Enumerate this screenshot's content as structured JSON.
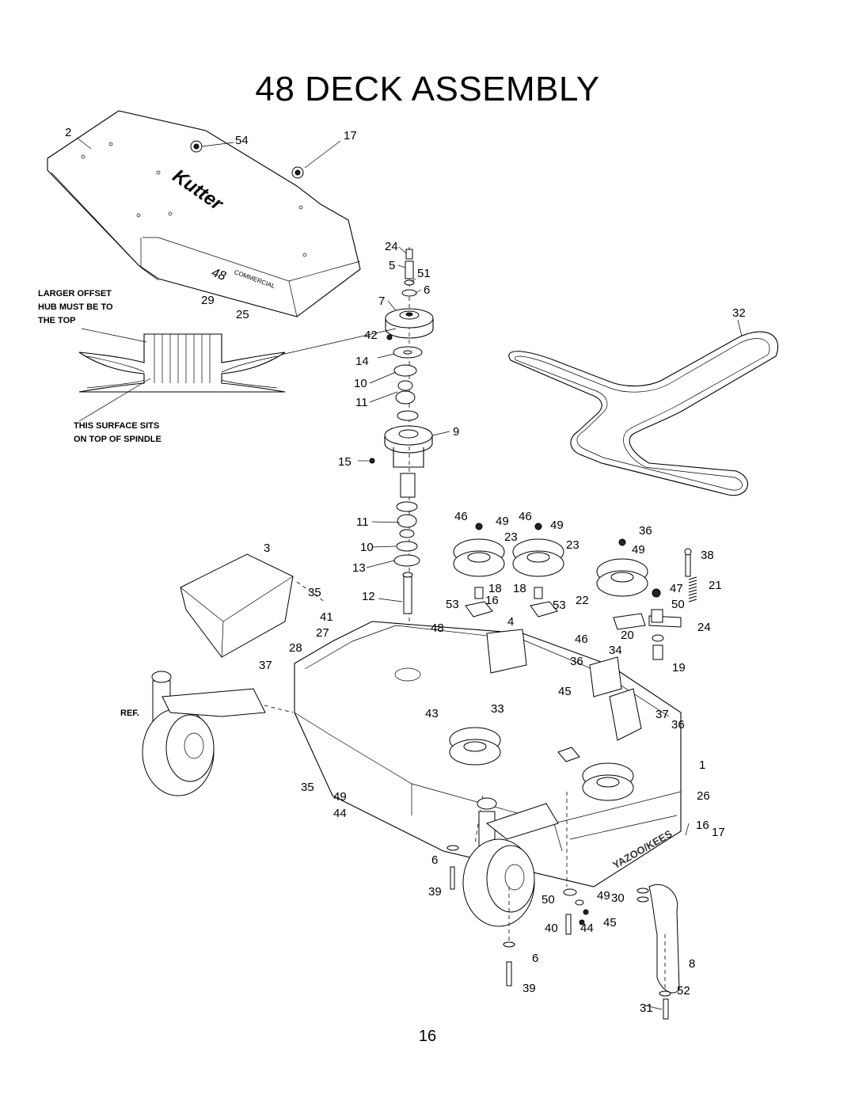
{
  "title": "48  DECK ASSEMBLY",
  "page_number": "16",
  "notes": {
    "hub_note": [
      "LARGER OFFSET",
      "HUB MUST BE TO",
      "THE TOP"
    ],
    "spindle_note": [
      "THIS SURFACE SITS",
      "ON TOP OF SPINDLE"
    ],
    "ref": "REF."
  },
  "decals": {
    "cover_logo": "Kutter",
    "cover_model": "48",
    "cover_model_text": "COMMERCIAL",
    "deck_brand": "YAZOO/KEES"
  },
  "callouts": [
    "2",
    "54",
    "17",
    "24",
    "5",
    "51",
    "6",
    "7",
    "29",
    "25",
    "32",
    "42",
    "14",
    "10",
    "11",
    "9",
    "15",
    "11",
    "10",
    "13",
    "12",
    "46",
    "49",
    "46",
    "49",
    "36",
    "23",
    "23",
    "49",
    "38",
    "3",
    "35",
    "18",
    "18",
    "16",
    "47",
    "21",
    "53",
    "53",
    "22",
    "50",
    "41",
    "4",
    "24",
    "27",
    "48",
    "20",
    "46",
    "34",
    "28",
    "37",
    "36",
    "19",
    "45",
    "43",
    "33",
    "37",
    "36",
    "1",
    "35",
    "49",
    "44",
    "26",
    "16",
    "17",
    "6",
    "39",
    "50",
    "49",
    "30",
    "45",
    "40",
    "44",
    "6",
    "8",
    "39",
    "52",
    "31"
  ]
}
